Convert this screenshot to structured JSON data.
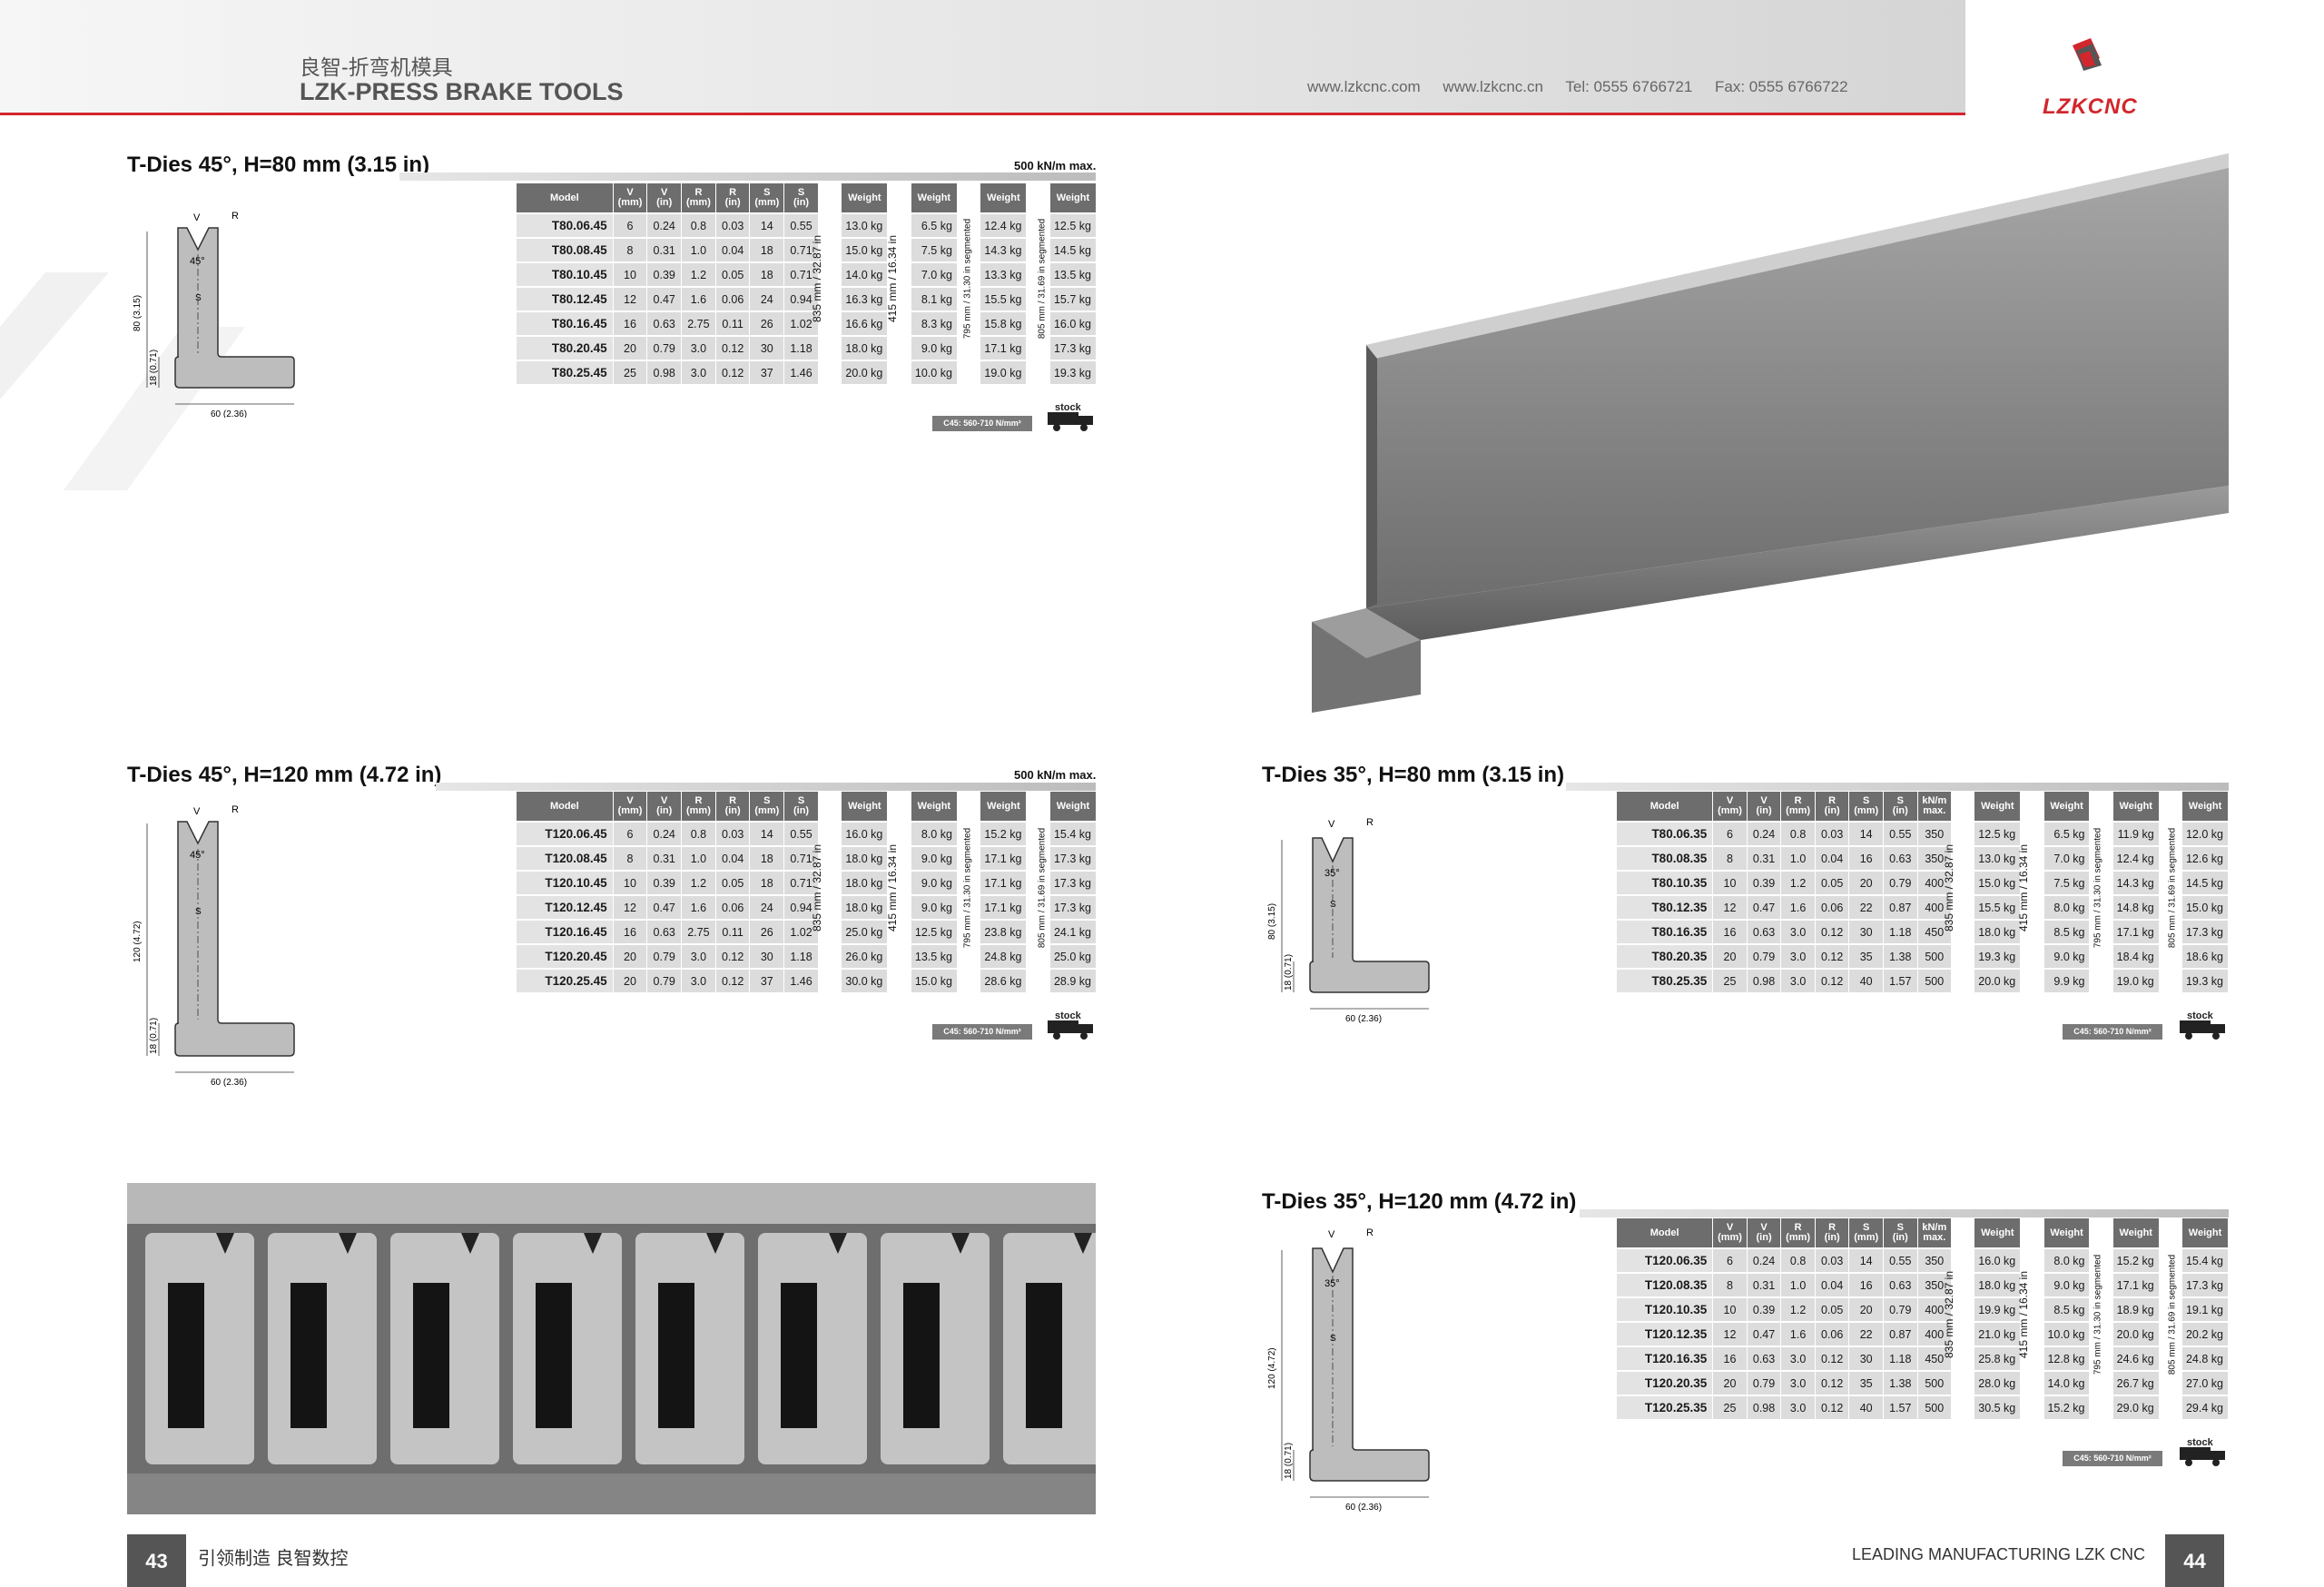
{
  "header": {
    "title_cn": "良智-折弯机模具",
    "title_en": "LZK-PRESS BRAKE TOOLS",
    "web1": "www.lzkcnc.com",
    "web2": "www.lzkcnc.cn",
    "tel": "Tel: 0555 6766721",
    "fax": "Fax: 0555 6766722",
    "logo_text": "LZKCNC",
    "brand_red": "#d2262d"
  },
  "common": {
    "material": "C45: 560-710 N/mm²",
    "stock": "stock",
    "angle45": "45°",
    "angle35": "35°",
    "v": "V",
    "r": "R",
    "s": "S",
    "width": "60 (2.36)",
    "base": "18 (0.71)",
    "h80": "80 (3.15)",
    "h120": "120 (4.72)",
    "len835": "835 mm / 32.87 in",
    "len415": "415 mm / 16.34 in",
    "len795": "795 mm / 31.30 in segmented",
    "len805": "805 mm / 31.69 in segmented"
  },
  "sec1": {
    "title": "T-Dies 45°, H=80 mm (3.15 in)",
    "max": "500 kN/m max.",
    "headers": [
      "Model",
      "V\n(mm)",
      "V\n(in)",
      "R\n(mm)",
      "R\n(in)",
      "S\n(mm)",
      "S\n(in)",
      "Weight",
      "Weight",
      "Weight",
      "Weight"
    ],
    "rows": [
      [
        "T80.06.45",
        "6",
        "0.24",
        "0.8",
        "0.03",
        "14",
        "0.55",
        "13.0 kg",
        "6.5 kg",
        "12.4 kg",
        "12.5 kg"
      ],
      [
        "T80.08.45",
        "8",
        "0.31",
        "1.0",
        "0.04",
        "18",
        "0.71",
        "15.0 kg",
        "7.5 kg",
        "14.3 kg",
        "14.5 kg"
      ],
      [
        "T80.10.45",
        "10",
        "0.39",
        "1.2",
        "0.05",
        "18",
        "0.71",
        "14.0 kg",
        "7.0 kg",
        "13.3 kg",
        "13.5 kg"
      ],
      [
        "T80.12.45",
        "12",
        "0.47",
        "1.6",
        "0.06",
        "24",
        "0.94",
        "16.3 kg",
        "8.1 kg",
        "15.5 kg",
        "15.7 kg"
      ],
      [
        "T80.16.45",
        "16",
        "0.63",
        "2.75",
        "0.11",
        "26",
        "1.02",
        "16.6 kg",
        "8.3 kg",
        "15.8 kg",
        "16.0 kg"
      ],
      [
        "T80.20.45",
        "20",
        "0.79",
        "3.0",
        "0.12",
        "30",
        "1.18",
        "18.0 kg",
        "9.0 kg",
        "17.1 kg",
        "17.3 kg"
      ],
      [
        "T80.25.45",
        "25",
        "0.98",
        "3.0",
        "0.12",
        "37",
        "1.46",
        "20.0 kg",
        "10.0 kg",
        "19.0 kg",
        "19.3 kg"
      ]
    ]
  },
  "sec2": {
    "title": "T-Dies 45°, H=120 mm (4.72 in)",
    "max": "500 kN/m max.",
    "headers": [
      "Model",
      "V\n(mm)",
      "V\n(in)",
      "R\n(mm)",
      "R\n(in)",
      "S\n(mm)",
      "S\n(in)",
      "Weight",
      "Weight",
      "Weight",
      "Weight"
    ],
    "rows": [
      [
        "T120.06.45",
        "6",
        "0.24",
        "0.8",
        "0.03",
        "14",
        "0.55",
        "16.0 kg",
        "8.0 kg",
        "15.2 kg",
        "15.4 kg"
      ],
      [
        "T120.08.45",
        "8",
        "0.31",
        "1.0",
        "0.04",
        "18",
        "0.71",
        "18.0 kg",
        "9.0 kg",
        "17.1 kg",
        "17.3 kg"
      ],
      [
        "T120.10.45",
        "10",
        "0.39",
        "1.2",
        "0.05",
        "18",
        "0.71",
        "18.0 kg",
        "9.0 kg",
        "17.1 kg",
        "17.3 kg"
      ],
      [
        "T120.12.45",
        "12",
        "0.47",
        "1.6",
        "0.06",
        "24",
        "0.94",
        "18.0 kg",
        "9.0 kg",
        "17.1 kg",
        "17.3 kg"
      ],
      [
        "T120.16.45",
        "16",
        "0.63",
        "2.75",
        "0.11",
        "26",
        "1.02",
        "25.0 kg",
        "12.5 kg",
        "23.8 kg",
        "24.1 kg"
      ],
      [
        "T120.20.45",
        "20",
        "0.79",
        "3.0",
        "0.12",
        "30",
        "1.18",
        "26.0 kg",
        "13.5 kg",
        "24.8 kg",
        "25.0 kg"
      ],
      [
        "T120.25.45",
        "20",
        "0.79",
        "3.0",
        "0.12",
        "37",
        "1.46",
        "30.0 kg",
        "15.0 kg",
        "28.6 kg",
        "28.9 kg"
      ]
    ]
  },
  "sec3": {
    "title": "T-Dies 35°, H=80 mm (3.15 in)",
    "headers": [
      "Model",
      "V\n(mm)",
      "V\n(in)",
      "R\n(mm)",
      "R\n(in)",
      "S\n(mm)",
      "S\n(in)",
      "kN/m\nmax.",
      "Weight",
      "Weight",
      "Weight",
      "Weight"
    ],
    "rows": [
      [
        "T80.06.35",
        "6",
        "0.24",
        "0.8",
        "0.03",
        "14",
        "0.55",
        "350",
        "12.5 kg",
        "6.5 kg",
        "11.9 kg",
        "12.0 kg"
      ],
      [
        "T80.08.35",
        "8",
        "0.31",
        "1.0",
        "0.04",
        "16",
        "0.63",
        "350",
        "13.0 kg",
        "7.0 kg",
        "12.4 kg",
        "12.6 kg"
      ],
      [
        "T80.10.35",
        "10",
        "0.39",
        "1.2",
        "0.05",
        "20",
        "0.79",
        "400",
        "15.0 kg",
        "7.5 kg",
        "14.3 kg",
        "14.5 kg"
      ],
      [
        "T80.12.35",
        "12",
        "0.47",
        "1.6",
        "0.06",
        "22",
        "0.87",
        "400",
        "15.5 kg",
        "8.0 kg",
        "14.8 kg",
        "15.0 kg"
      ],
      [
        "T80.16.35",
        "16",
        "0.63",
        "3.0",
        "0.12",
        "30",
        "1.18",
        "450",
        "18.0 kg",
        "8.5 kg",
        "17.1 kg",
        "17.3 kg"
      ],
      [
        "T80.20.35",
        "20",
        "0.79",
        "3.0",
        "0.12",
        "35",
        "1.38",
        "500",
        "19.3 kg",
        "9.0 kg",
        "18.4 kg",
        "18.6 kg"
      ],
      [
        "T80.25.35",
        "25",
        "0.98",
        "3.0",
        "0.12",
        "40",
        "1.57",
        "500",
        "20.0 kg",
        "9.9 kg",
        "19.0 kg",
        "19.3 kg"
      ]
    ]
  },
  "sec4": {
    "title": "T-Dies 35°, H=120 mm (4.72 in)",
    "headers": [
      "Model",
      "V\n(mm)",
      "V\n(in)",
      "R\n(mm)",
      "R\n(in)",
      "S\n(mm)",
      "S\n(in)",
      "kN/m\nmax.",
      "Weight",
      "Weight",
      "Weight",
      "Weight"
    ],
    "rows": [
      [
        "T120.06.35",
        "6",
        "0.24",
        "0.8",
        "0.03",
        "14",
        "0.55",
        "350",
        "16.0 kg",
        "8.0 kg",
        "15.2 kg",
        "15.4 kg"
      ],
      [
        "T120.08.35",
        "8",
        "0.31",
        "1.0",
        "0.04",
        "16",
        "0.63",
        "350",
        "18.0 kg",
        "9.0 kg",
        "17.1 kg",
        "17.3 kg"
      ],
      [
        "T120.10.35",
        "10",
        "0.39",
        "1.2",
        "0.05",
        "20",
        "0.79",
        "400",
        "19.9 kg",
        "8.5 kg",
        "18.9 kg",
        "19.1 kg"
      ],
      [
        "T120.12.35",
        "12",
        "0.47",
        "1.6",
        "0.06",
        "22",
        "0.87",
        "400",
        "21.0 kg",
        "10.0 kg",
        "20.0 kg",
        "20.2 kg"
      ],
      [
        "T120.16.35",
        "16",
        "0.63",
        "3.0",
        "0.12",
        "30",
        "1.18",
        "450",
        "25.8 kg",
        "12.8 kg",
        "24.6 kg",
        "24.8 kg"
      ],
      [
        "T120.20.35",
        "20",
        "0.79",
        "3.0",
        "0.12",
        "35",
        "1.38",
        "500",
        "28.0 kg",
        "14.0 kg",
        "26.7 kg",
        "27.0 kg"
      ],
      [
        "T120.25.35",
        "25",
        "0.98",
        "3.0",
        "0.12",
        "40",
        "1.57",
        "500",
        "30.5 kg",
        "15.2 kg",
        "29.0 kg",
        "29.4 kg"
      ]
    ]
  },
  "footer": {
    "page_left": "43",
    "text_left": "引领制造 良智数控",
    "text_right": "LEADING MANUFACTURING   LZK CNC",
    "page_right": "44"
  }
}
